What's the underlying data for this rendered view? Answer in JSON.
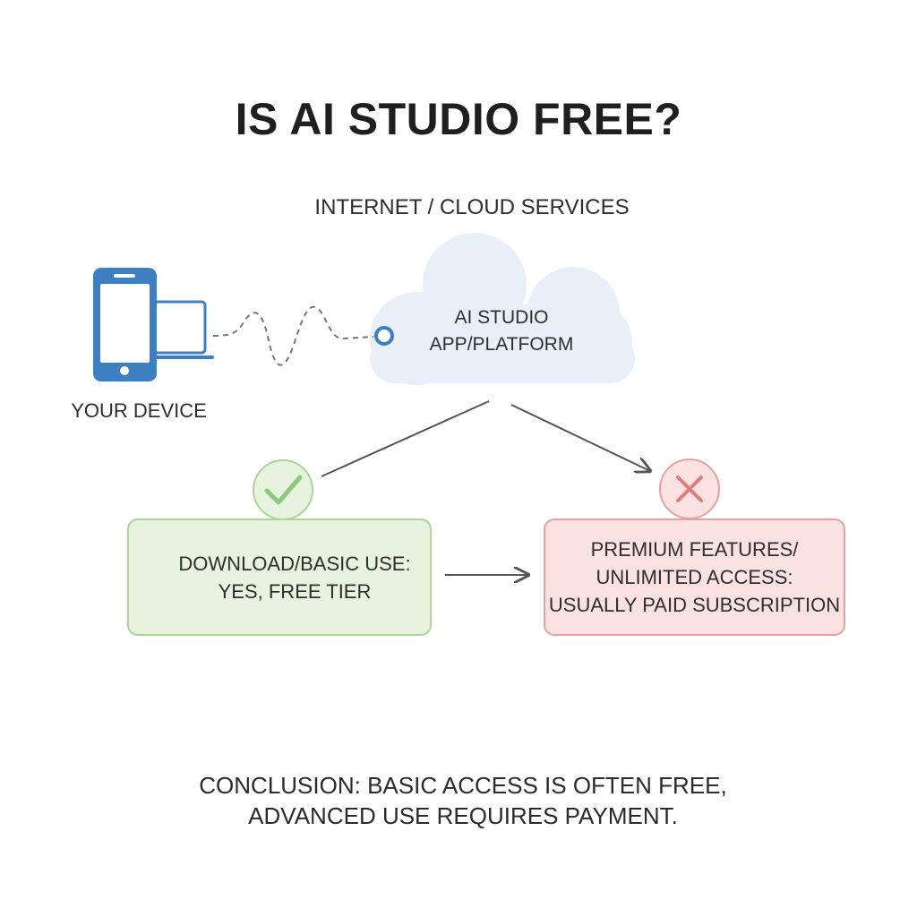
{
  "title": "IS AI STUDIO FREE?",
  "cloud": {
    "label": "INTERNET / CLOUD SERVICES"
  },
  "platform": {
    "line1": "AI STUDIO",
    "line2": "APP/PLATFORM"
  },
  "device": {
    "label": "YOUR DEVICE"
  },
  "free_tier": {
    "line1": "DOWNLOAD/BASIC USE:",
    "line2": "YES, FREE TIER",
    "icon": "check-icon",
    "color": "#8cc97a"
  },
  "paid_tier": {
    "line1": "PREMIUM FEATURES/",
    "line2": "UNLIMITED ACCESS:",
    "line3": "USUALLY PAID SUBSCRIPTION",
    "icon": "cross-icon",
    "color": "#e07d7d"
  },
  "conclusion": {
    "line1": "CONCLUSION: BASIC ACCESS IS OFTEN FREE,",
    "line2": "ADVANCED USE REQUIRES PAYMENT."
  },
  "colors": {
    "device_blue": "#3d7fc1",
    "cloud_fill": "#e8eff8",
    "arrow": "#555555"
  }
}
